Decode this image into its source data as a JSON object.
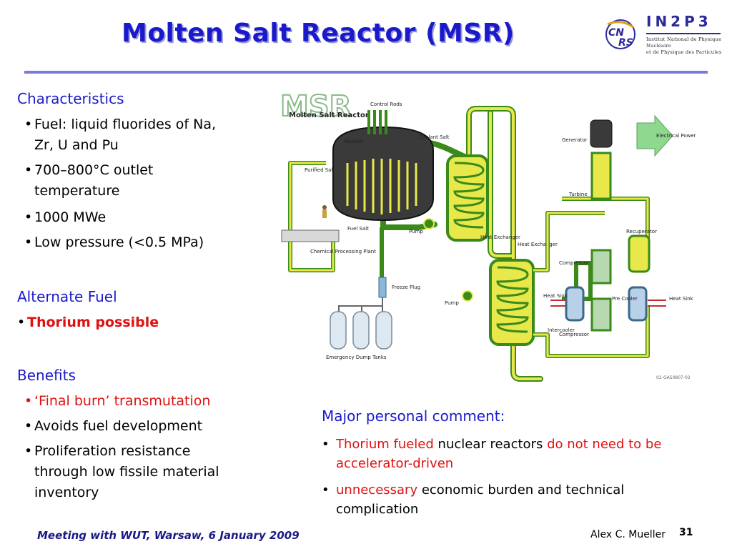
{
  "title": "Molten Salt Reactor  (MSR)",
  "logo": {
    "mark": "CNRS",
    "name": "IN2P3",
    "subtitle_1": "Institut National de Physique Nucléaire",
    "subtitle_2": "et de Physique des Particules"
  },
  "characteristics": {
    "heading": "Characteristics",
    "items": [
      "Fuel:  liquid fluorides of Na, Zr, U and Pu",
      "700–800°C outlet temperature",
      "1000 MWe",
      "Low pressure (<0.5 MPa)"
    ]
  },
  "alternate_fuel": {
    "heading": "Alternate Fuel",
    "item": "Thorium possible"
  },
  "benefits": {
    "heading": "Benefits",
    "items": [
      "‘Final burn’ transmutation",
      "Avoids fuel development",
      "Proliferation resistance through low fissile material inventory"
    ]
  },
  "diagram": {
    "logo_big": "MSR",
    "logo_sub": "Molten Salt Reactor",
    "labels": {
      "control_rods": "Control Rods",
      "reactor": "Reactor",
      "coolant_salt": "Coolant Salt",
      "purified_salt": "Purified Salt",
      "fuel_salt": "Fuel Salt",
      "pump": "Pump",
      "heat_exchanger": "Heat Exchanger",
      "chemical_processing_plant": "Chemical Processing Plant",
      "freeze_plug": "Freeze Plug",
      "emergency_dump_tanks": "Emergency Dump Tanks",
      "generator": "Generator",
      "electrical_power": "Electrical Power",
      "turbine": "Turbine",
      "recuperator": "Recuperator",
      "compressor": "Compressor",
      "heat_sink": "Heat Sink",
      "pre_cooler": "Pre Cooler",
      "intercooler": "Intercooler",
      "code": "02-GA50807-02"
    }
  },
  "comment": {
    "heading": "Major personal comment:",
    "item1": {
      "red1": "Thorium fueled",
      "black1": " nuclear reactors ",
      "red2": "do not need to be accelerator-driven"
    },
    "item2": {
      "red1": "unnecessary",
      "black1": " economic burden and technical complication"
    }
  },
  "footer": {
    "meeting": "Meeting with WUT, Warsaw, 6 January 2009",
    "author": "Alex C. Mueller",
    "page": "31"
  },
  "colors": {
    "title": "#1a1acc",
    "accent_red": "#e01010",
    "pipe_green": "#3a8a1a",
    "pipe_yellow": "#e8e84a"
  }
}
